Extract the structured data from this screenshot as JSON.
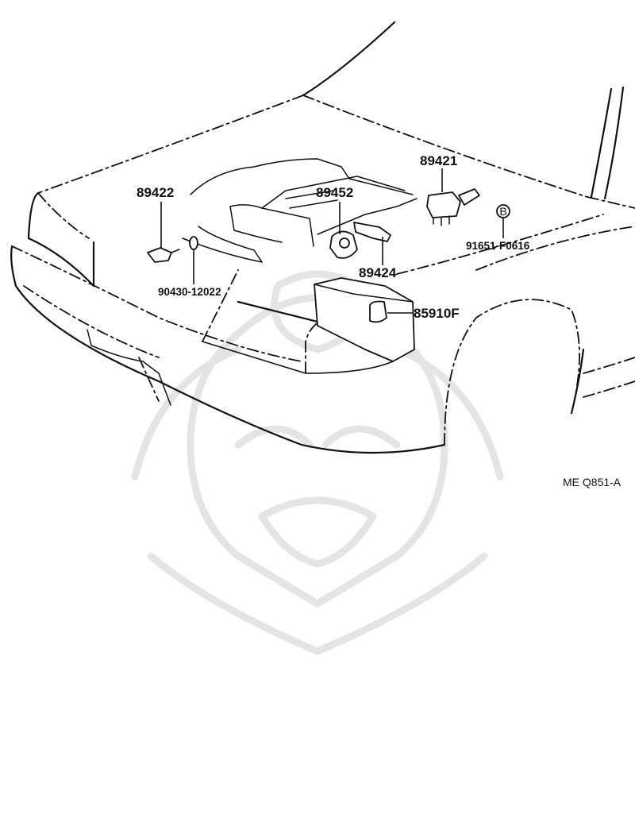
{
  "part_numbers": {
    "p89421": "89421",
    "p89422": "89422",
    "p89452": "89452",
    "p89424": "89424",
    "p90430": "90430-12022",
    "p91651": "91651-F0616",
    "p85910": "85910F",
    "bolt_marker": "B"
  },
  "reference_code": "ME  Q851-A"
}
